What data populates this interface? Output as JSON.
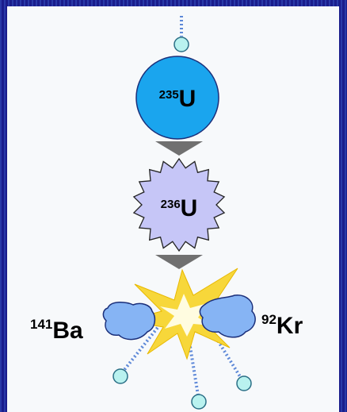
{
  "diagram": {
    "uranium235": {
      "mass": "235",
      "symbol": "U"
    },
    "uranium236": {
      "mass": "236",
      "symbol": "U"
    },
    "barium": {
      "mass": "141",
      "symbol": "Ba"
    },
    "krypton": {
      "mass": "92",
      "symbol": "Kr"
    }
  },
  "colors": {
    "background_frame": "#1a1d8c",
    "panel": "#f7f9fb",
    "neutron_fill": "#b9f2ef",
    "neutron_stroke": "#2b6f86",
    "u235_fill": "#1aa5ee",
    "u236_fill": "#c6c6f7",
    "fragment_fill": "#86b4f4",
    "arrow": "#707070",
    "flash_outer": "#f7d73a",
    "flash_inner": "#fffce0",
    "trail": "#5d88d8"
  },
  "icons": [
    "incoming-neutron-icon",
    "arrow-down-icon",
    "explosion-flash-icon",
    "outgoing-neutron-icon"
  ]
}
